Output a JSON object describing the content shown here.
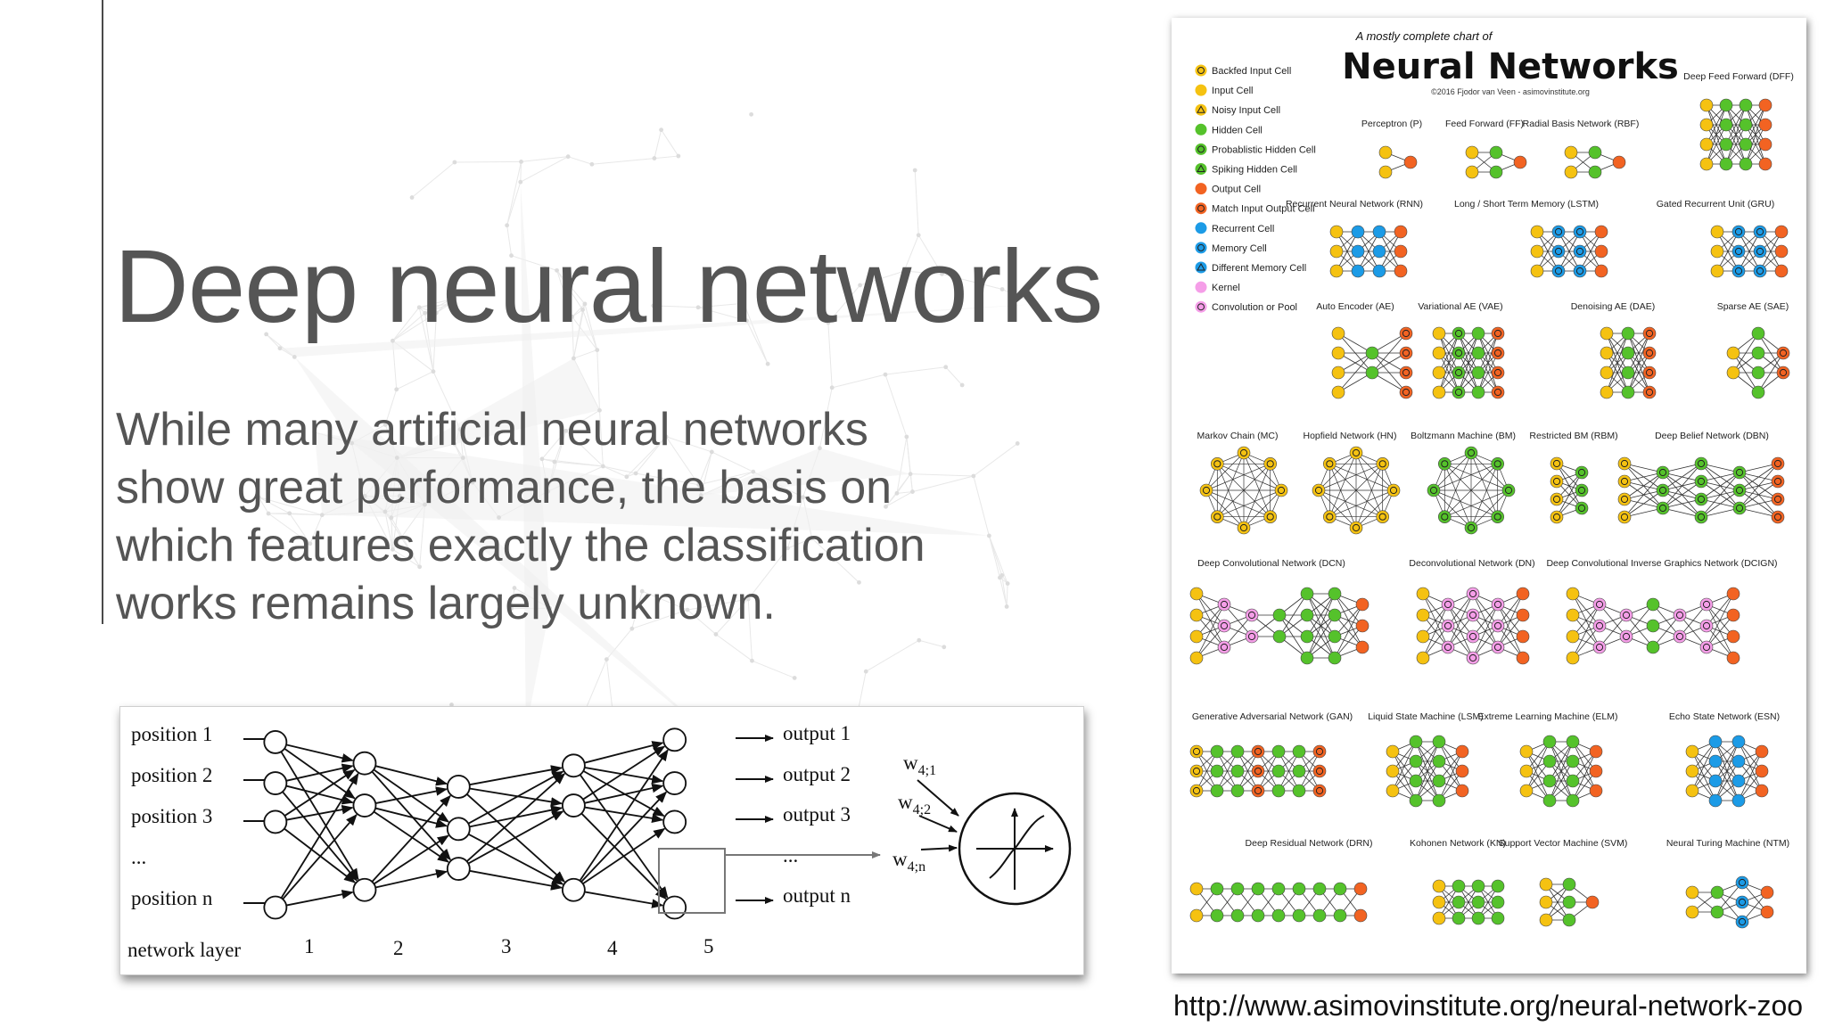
{
  "slide": {
    "title": "Deep neural networks",
    "body_lines": [
      "While many artificial neural networks",
      "show great performance, the basis on",
      "which features exactly the classification",
      "works remains largely unknown."
    ],
    "source_url": "http://www.asimovinstitute.org/neural-network-zoo"
  },
  "network_figure": {
    "inputs": [
      "position 1",
      "position 2",
      "position 3",
      "...",
      "position n"
    ],
    "outputs": [
      "output 1",
      "output 2",
      "output 3",
      "...",
      "output n"
    ],
    "layer_caption": "network layer",
    "layer_numbers": [
      "1",
      "2",
      "3",
      "4",
      "5"
    ],
    "weights": [
      {
        "base": "w",
        "sub": "4;1"
      },
      {
        "base": "w",
        "sub": "4;2"
      },
      {
        "base": "w",
        "sub": "4;n"
      }
    ]
  },
  "poster": {
    "subtitle": "A mostly complete chart of",
    "title": "Neural Networks",
    "copyright": "©2016 Fjodor van Veen - asimovinstitute.org",
    "legend": [
      {
        "label": "Backfed Input Cell",
        "color": "#f5c211",
        "marker": "ring"
      },
      {
        "label": "Input Cell",
        "color": "#f5c211",
        "marker": "dot"
      },
      {
        "label": "Noisy Input Cell",
        "color": "#f5c211",
        "marker": "triangle"
      },
      {
        "label": "Hidden Cell",
        "color": "#55c22b",
        "marker": "dot"
      },
      {
        "label": "Probablistic Hidden Cell",
        "color": "#55c22b",
        "marker": "ring"
      },
      {
        "label": "Spiking Hidden Cell",
        "color": "#55c22b",
        "marker": "triangle"
      },
      {
        "label": "Output Cell",
        "color": "#f26322",
        "marker": "dot"
      },
      {
        "label": "Match Input Output Cell",
        "color": "#f26322",
        "marker": "ring"
      },
      {
        "label": "Recurrent Cell",
        "color": "#1c9be6",
        "marker": "dot"
      },
      {
        "label": "Memory Cell",
        "color": "#1c9be6",
        "marker": "ring"
      },
      {
        "label": "Different Memory Cell",
        "color": "#1c9be6",
        "marker": "triangle"
      },
      {
        "label": "Kernel",
        "color": "#f59ee8",
        "marker": "dot"
      },
      {
        "label": "Convolution or Pool",
        "color": "#f59ee8",
        "marker": "ring"
      }
    ],
    "networks": [
      "Deep Feed Forward (DFF)",
      "Perceptron (P)",
      "Feed Forward (FF)",
      "Radial Basis Network (RBF)",
      "Recurrent Neural Network (RNN)",
      "Long / Short Term Memory (LSTM)",
      "Gated Recurrent Unit (GRU)",
      "Auto Encoder (AE)",
      "Variational AE (VAE)",
      "Denoising AE (DAE)",
      "Sparse AE (SAE)",
      "Markov Chain (MC)",
      "Hopfield Network (HN)",
      "Boltzmann Machine (BM)",
      "Restricted BM (RBM)",
      "Deep Belief Network (DBN)",
      "Deep Convolutional Network (DCN)",
      "Deconvolutional Network (DN)",
      "Deep Convolutional Inverse Graphics Network (DCIGN)",
      "Generative Adversarial Network (GAN)",
      "Liquid State Machine (LSM)",
      "Extreme Learning Machine (ELM)",
      "Echo State Network (ESN)",
      "Deep Residual Network (DRN)",
      "Kohonen Network (KN)",
      "Support Vector Machine (SVM)",
      "Neural Turing Machine (NTM)"
    ]
  }
}
